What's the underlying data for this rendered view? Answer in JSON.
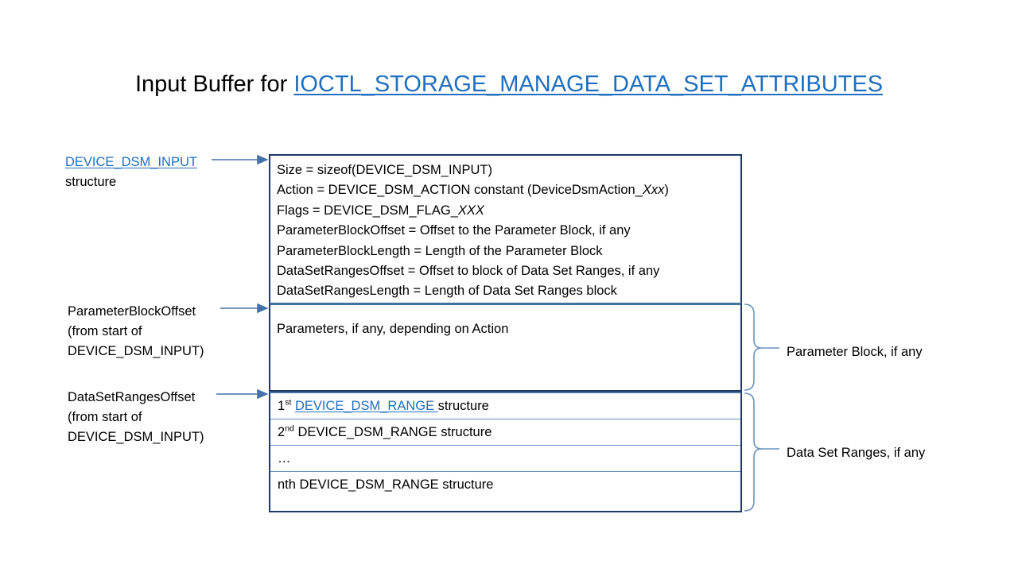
{
  "title": {
    "prefix": "Input Buffer for ",
    "link": "IOCTL_STORAGE_MANAGE_DATA_SET_ATTRIBUTES"
  },
  "colors": {
    "link_blue": "#1F6FC0",
    "box_border_navy": "#1F3864",
    "divider_steel_blue": "#41719C",
    "row_separator": "#6A93BD",
    "arrow_blue": "#4472A8",
    "text_black": "#000000",
    "background": "#FFFFFF"
  },
  "left_labels": {
    "device_dsm_input": {
      "link": "DEVICE_DSM_INPUT",
      "line2": "structure"
    },
    "parameter_block_offset": {
      "line1": "ParameterBlockOffset",
      "line2": "(from start of",
      "line3": "DEVICE_DSM_INPUT)"
    },
    "data_set_ranges_offset": {
      "line1": "DataSetRangesOffset",
      "line2": "(from start of",
      "line3": "DEVICE_DSM_INPUT)"
    }
  },
  "header_box": {
    "lines": [
      {
        "text": "Size  = sizeof(DEVICE_DSM_INPUT)",
        "italic": ""
      },
      {
        "text": "Action = DEVICE_DSM_ACTION  constant (DeviceDsmAction_",
        "italic": "Xxx",
        "suffix": ")"
      },
      {
        "text": "Flags = DEVICE_DSM_FLAG_",
        "italic": "XXX",
        "suffix": ""
      },
      {
        "text": "ParameterBlockOffset  = Offset to the Parameter Block, if any",
        "italic": ""
      },
      {
        "text": "ParameterBlockLength  = Length of the Parameter Block",
        "italic": ""
      },
      {
        "text": "DataSetRangesOffset  = Offset to block of Data Set Ranges, if any",
        "italic": ""
      },
      {
        "text": "DataSetRangesLength  = Length of Data Set Ranges block",
        "italic": ""
      }
    ]
  },
  "parameters_box": {
    "text": "Parameters, if any, depending on Action"
  },
  "ranges_rows": [
    {
      "ordinal": "1",
      "ordinal_suffix": "st",
      "link": "DEVICE_DSM_RANGE ",
      "tail": "structure",
      "is_link": true
    },
    {
      "ordinal": "2",
      "ordinal_suffix": "nd",
      "link": "DEVICE_DSM_RANGE ",
      "tail": " structure",
      "is_link": false
    },
    {
      "ordinal": "…",
      "ordinal_suffix": "",
      "link": "",
      "tail": "",
      "is_link": false
    },
    {
      "ordinal": "nth",
      "ordinal_suffix": "",
      "link": "DEVICE_DSM_RANGE ",
      "tail": " structure",
      "is_link": false
    }
  ],
  "brace_labels": {
    "parameter_block": "Parameter Block, if any",
    "data_set_ranges": "Data Set Ranges, if any"
  }
}
